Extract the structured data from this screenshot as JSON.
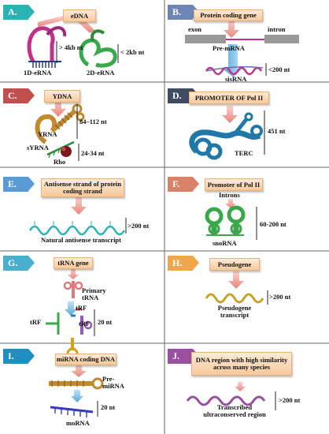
{
  "panels": {
    "A": {
      "letter": "A.",
      "source": "eDNA",
      "size_1d": "> 4kb nt",
      "size_2d": "< 2kb nt",
      "label_1d": "1D-eRNA",
      "label_2d": "2D-eRNA"
    },
    "B": {
      "letter": "B.",
      "source": "Protein coding gene",
      "exon": "exon",
      "intron": "intron",
      "premrna": "Pre-mRNA",
      "size": "<200 nt",
      "product": "sisRNA"
    },
    "C": {
      "letter": "C.",
      "source": "YDNA",
      "yrna_size": "84–112 nt",
      "yrna": "YRNA",
      "syrna": "sYRNA",
      "syrna_size": "24-34 nt",
      "ro": "Rho"
    },
    "D": {
      "letter": "D.",
      "source": "PROMOTER OF Pol II",
      "size": "451 nt",
      "product": "TERC"
    },
    "E": {
      "letter": "E.",
      "source": "Antisense strand of protein coding strand",
      "size": ">200 nt",
      "product": "Natural antisense transcript"
    },
    "F": {
      "letter": "F.",
      "source": "Promoter of Pol II",
      "intermediate": "Introns",
      "size": "60-200 nt",
      "product": "snoRNA"
    },
    "G": {
      "letter": "G.",
      "source": "tRNA gene",
      "primary": "Primary tRNA",
      "trf": "tRF",
      "size": "20 nt"
    },
    "H": {
      "letter": "H.",
      "source": "Pseudogene",
      "size": ">200 nt",
      "product": "Pseudogene transcript"
    },
    "I": {
      "letter": "I.",
      "source": "miRNA coding DNA",
      "premirna": "Pre-miRNA",
      "size": "20 nt",
      "product": "moRNA"
    },
    "J": {
      "letter": "J.",
      "source": "DNA region with high similarity across many species",
      "size": ">200 nt",
      "product": "Transcribed ultraconserved region"
    }
  },
  "colors": {
    "box_fill": "#f7c99b",
    "arrow": "#f2a8a0",
    "divider": "#555555"
  }
}
